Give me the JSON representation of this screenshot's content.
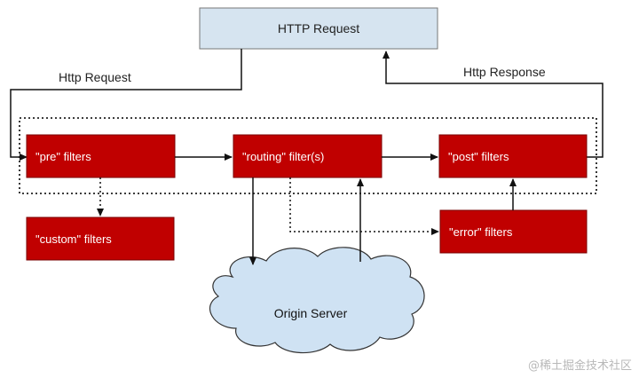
{
  "diagram": {
    "request_box": {
      "label": "HTTP Request"
    },
    "edge_labels": {
      "http_request": "Http Request",
      "http_response": "Http Response"
    },
    "filters": {
      "pre": "\"pre\" filters",
      "routing": "\"routing\" filter(s)",
      "post": "\"post\" filters",
      "custom": "\"custom\" filters",
      "error": "\"error\" filters"
    },
    "origin": {
      "label": "Origin Server"
    }
  },
  "watermark": "@稀土掘金技术社区",
  "colors": {
    "filter_fill": "#c00000",
    "filter_stroke": "#7a0000",
    "request_fill": "#d6e4f0",
    "cloud_fill": "#cfe2f3",
    "line": "#111111"
  }
}
